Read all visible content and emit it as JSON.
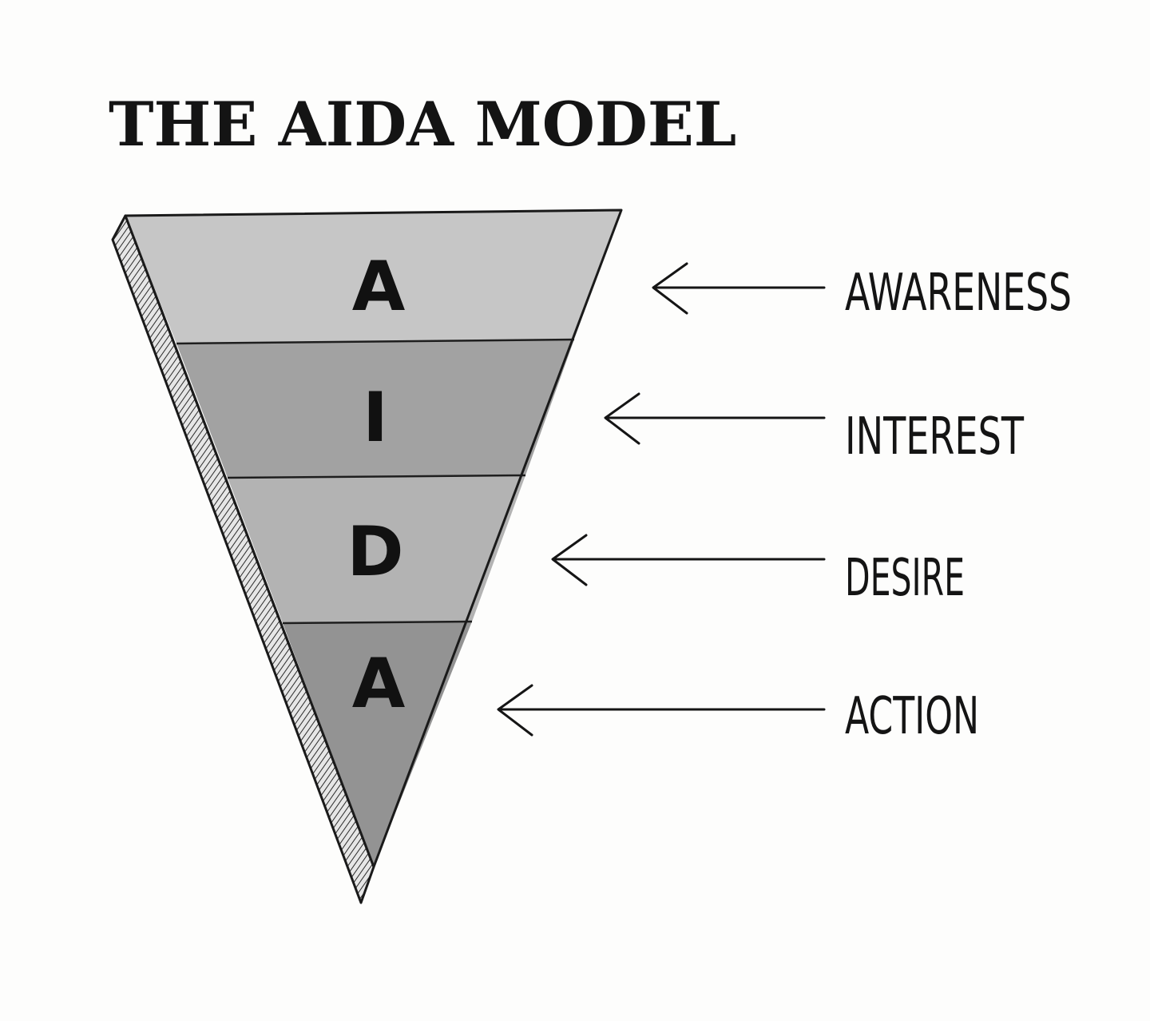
{
  "title": "THE AIDA MODEL",
  "stages": [
    {
      "letter": "A",
      "label": "AWARENESS",
      "color": "#c6c6c6"
    },
    {
      "letter": "I",
      "label": "INTEREST",
      "color": "#a2a2a2"
    },
    {
      "letter": "D",
      "label": "DESIRE",
      "color": "#b3b3b3"
    },
    {
      "letter": "A",
      "label": "ACTION",
      "color": "#939393"
    }
  ]
}
